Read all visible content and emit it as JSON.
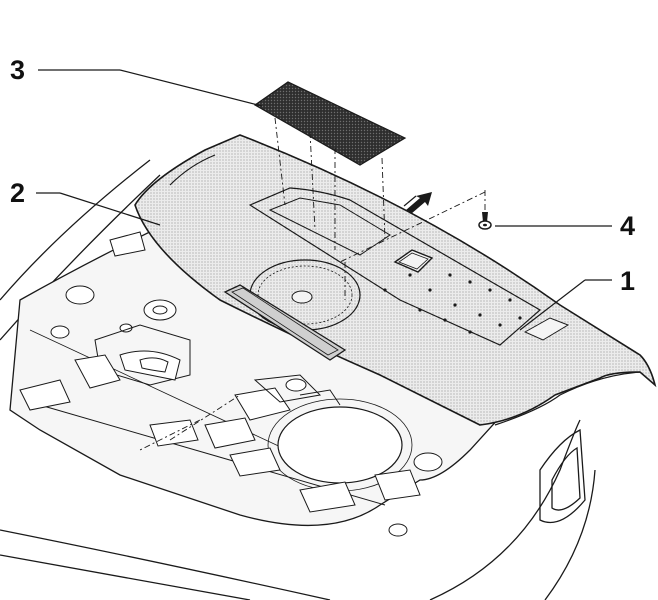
{
  "callouts": [
    {
      "id": "1",
      "label": "1"
    },
    {
      "id": "2",
      "label": "2"
    },
    {
      "id": "3",
      "label": "3"
    },
    {
      "id": "4",
      "label": "4"
    }
  ],
  "colors": {
    "line": "#1a1a1a",
    "shelf_fill": "#e4e4e4",
    "pad_fill": "#3a3a3a",
    "floor_fill": "#f6f6f6"
  }
}
